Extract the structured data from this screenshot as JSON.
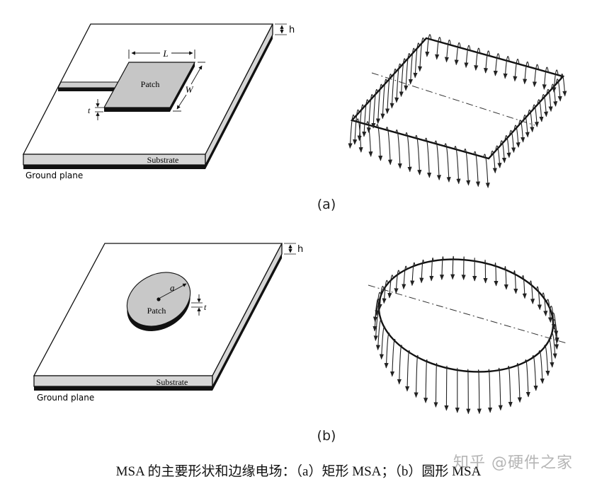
{
  "diagram_a": {
    "height_label": "h",
    "length_label": "L",
    "width_label": "W",
    "thickness_label": "t",
    "patch_label": "Patch",
    "substrate_label": "Substrate",
    "ground_label": "Ground plane",
    "sub_label": "(a)"
  },
  "diagram_b": {
    "height_label": "h",
    "radius_label": "a",
    "thickness_label": "t",
    "patch_label": "Patch",
    "substrate_label": "Substrate",
    "ground_label": "Ground plane",
    "sub_label": "(b)"
  },
  "caption": "MSA 的主要形状和边缘电场：（a）矩形 MSA；（b）圆形 MSA",
  "watermark": "知乎 @硬件之家"
}
